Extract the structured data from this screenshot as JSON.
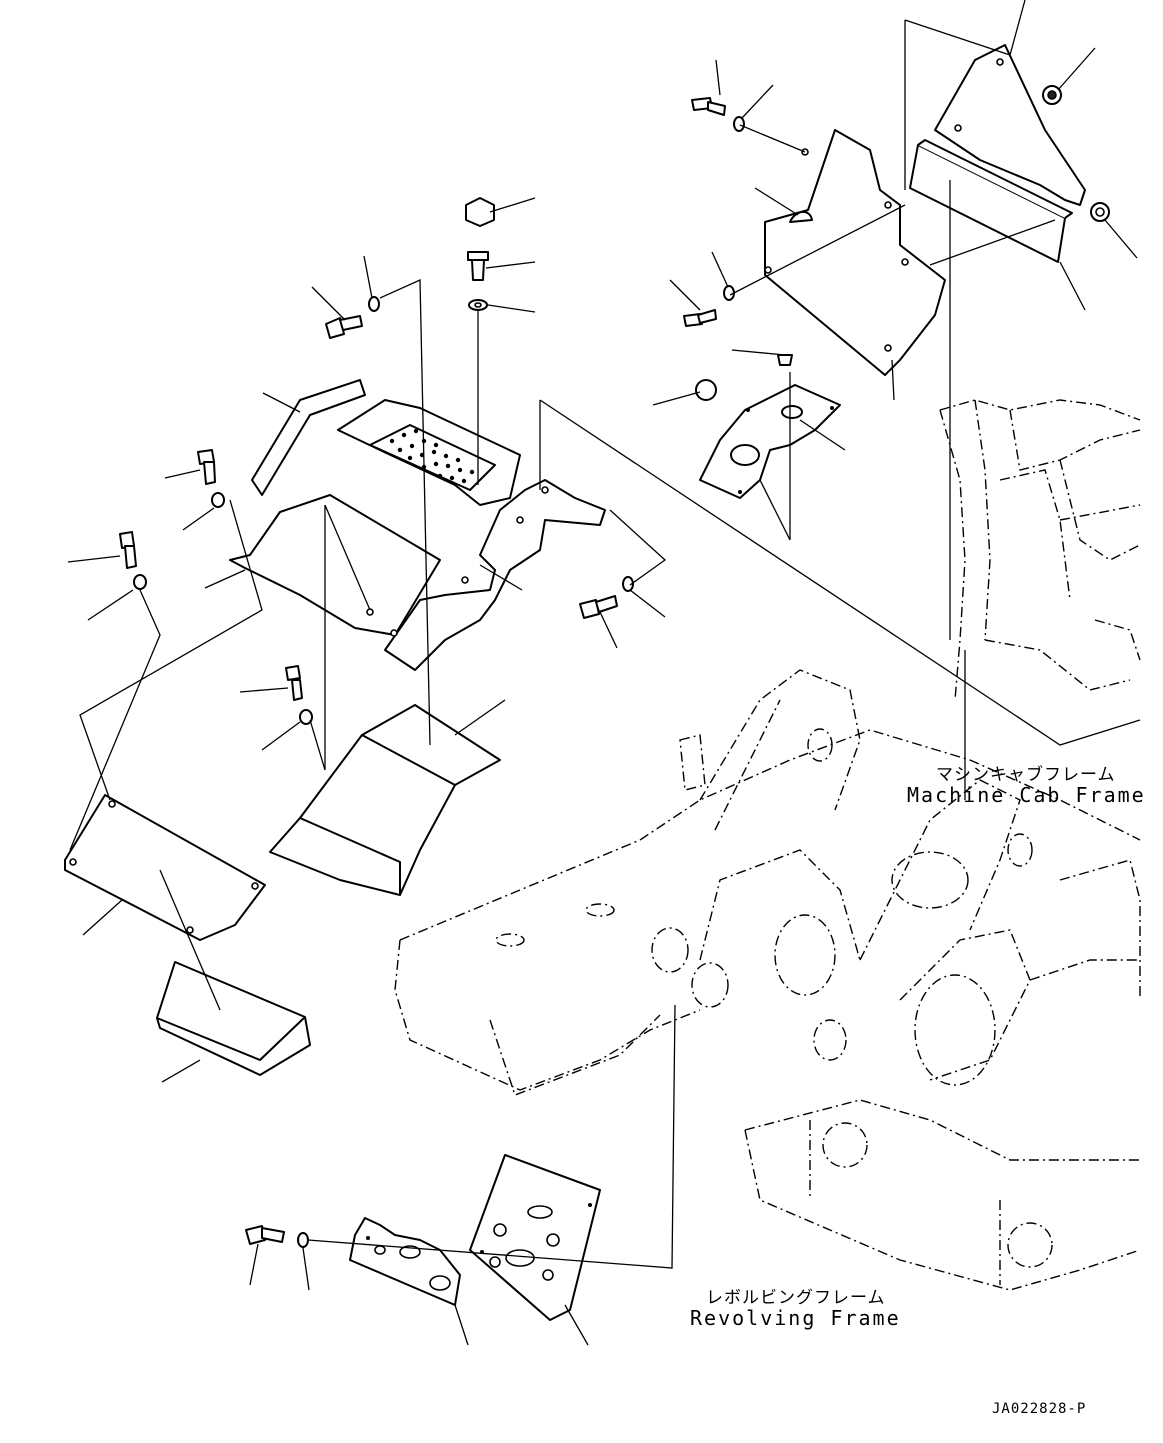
{
  "labels": {
    "machine_cab_frame_jp": "マシンキャブフレーム",
    "machine_cab_frame_en": "Machine Cab Frame",
    "revolving_frame_jp": "レボルビングフレーム",
    "revolving_frame_en": "Revolving Frame"
  },
  "drawing_id": "JA022828-P",
  "colors": {
    "line": "#000000",
    "background": "#ffffff"
  }
}
